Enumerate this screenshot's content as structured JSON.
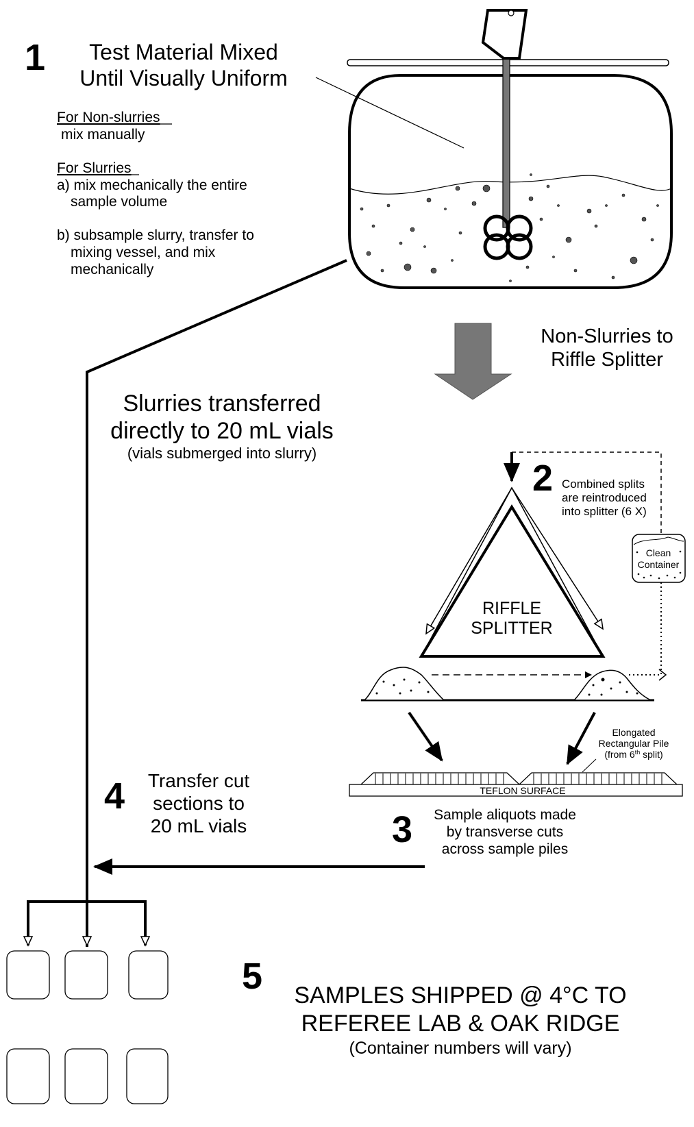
{
  "step1": {
    "number": "1",
    "title_line1": "Test Material Mixed",
    "title_line2": "Until Visually Uniform",
    "nonslurry_heading": "For Non-slurries",
    "nonslurry_text": "mix  manually",
    "slurry_heading": "For Slurries",
    "slurry_a_line1": "a) mix mechanically the entire",
    "slurry_a_line2": "sample volume",
    "slurry_b_line1": "b) subsample slurry, transfer to",
    "slurry_b_line2": "mixing vessel, and mix",
    "slurry_b_line3": "mechanically"
  },
  "nonslurries_label": {
    "line1": "Non-Slurries to",
    "line2": "Riffle Splitter"
  },
  "slurries_label": {
    "line1": "Slurries transferred",
    "line2": "directly to 20 mL vials",
    "line3": "(vials submerged into slurry)"
  },
  "step2": {
    "number": "2",
    "line1": "Combined splits",
    "line2": "are reintroduced",
    "line3": "into splitter (6 X)",
    "splitter_line1": "RIFFLE",
    "splitter_line2": "SPLITTER",
    "container_line1": "Clean",
    "container_line2": "Container"
  },
  "pile_label": {
    "line1": "Elongated",
    "line2": "Rectangular Pile",
    "line3_prefix": "(from 6",
    "line3_sup": "th",
    "line3_suffix": " split)"
  },
  "teflon_label": "TEFLON SURFACE",
  "step3": {
    "number": "3",
    "line1": "Sample aliquots made",
    "line2": "by transverse cuts",
    "line3": "across sample piles"
  },
  "step4": {
    "number": "4",
    "line1": "Transfer cut",
    "line2": "sections to",
    "line3": "20 mL vials"
  },
  "step5": {
    "number": "5",
    "line1": "SAMPLES SHIPPED  @ 4°C TO",
    "line2": "REFEREE LAB & OAK RIDGE",
    "line3": "(Container numbers will vary)"
  }
}
